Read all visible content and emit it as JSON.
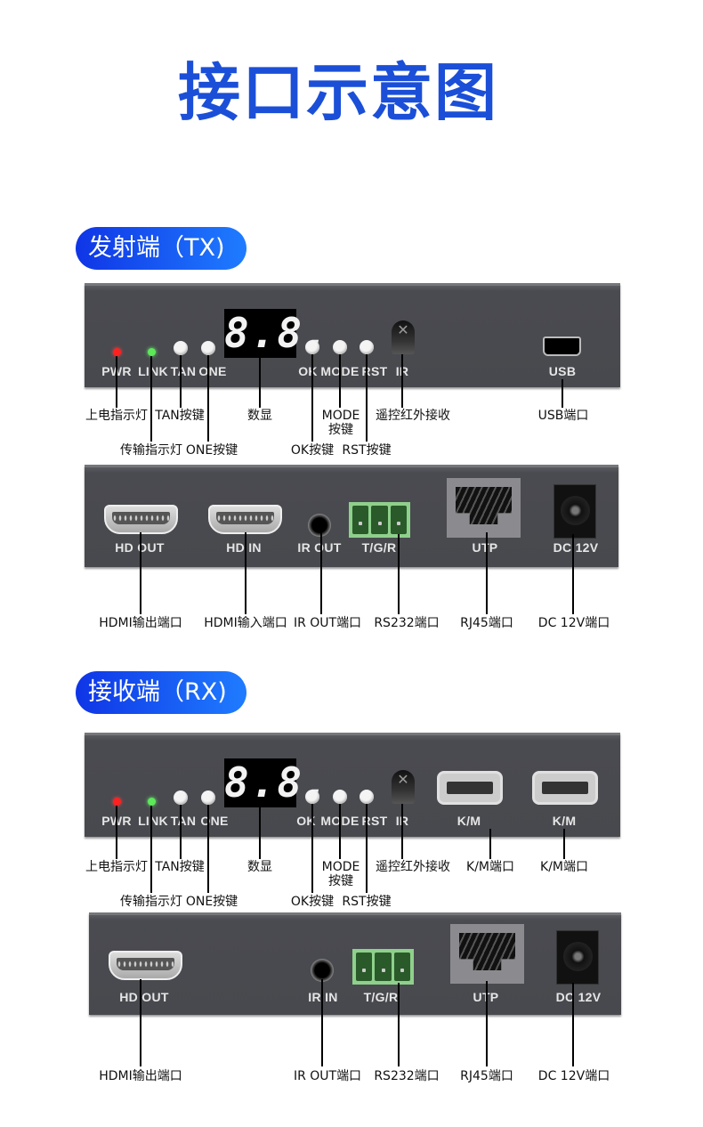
{
  "title": "接口示意图",
  "tx": {
    "badge": "发射端（TX)",
    "front": {
      "display": "8.8.",
      "silk": {
        "pwr": "PWR",
        "link": "LINK",
        "tan": "TAN",
        "one": "ONE",
        "ok": "OK",
        "mode": "MODE",
        "rst": "RST",
        "ir": "IR",
        "usb": "USB"
      },
      "callouts": {
        "power_led": "上电指示灯",
        "tan": "TAN按键",
        "display": "数显",
        "mode_1": "MODE",
        "mode_2": "按键",
        "ir": "遥控红外接收",
        "usb": "USB端口",
        "link_led": "传输指示灯",
        "one": "ONE按键",
        "ok": "OK按键",
        "rst": "RST按键"
      }
    },
    "rear": {
      "silk": {
        "hd_out": "HD OUT",
        "hd_in": "HD IN",
        "ir_out": "IR OUT",
        "tgr": "T/G/R",
        "utp": "UTP",
        "dc": "DC 12V"
      },
      "callouts": {
        "hdmi_out": "HDMI输出端口",
        "hdmi_in": "HDMI输入端口",
        "ir_out": "IR OUT端口",
        "rs232": "RS232端口",
        "rj45": "RJ45端口",
        "dc": "DC 12V端口"
      }
    }
  },
  "rx": {
    "badge": "接收端（RX)",
    "front": {
      "display": "8.8.",
      "silk": {
        "pwr": "PWR",
        "link": "LINK",
        "tan": "TAN",
        "one": "ONE",
        "ok": "OK",
        "mode": "MODE",
        "rst": "RST",
        "ir": "IR",
        "km_1": "K/M",
        "km_2": "K/M"
      },
      "callouts": {
        "power_led": "上电指示灯",
        "tan": "TAN按键",
        "display": "数显",
        "mode_1": "MODE",
        "mode_2": "按键",
        "ir": "遥控红外接收",
        "km_1": "K/M端口",
        "km_2": "K/M端口",
        "link_led": "传输指示灯",
        "one": "ONE按键",
        "ok": "OK按键",
        "rst": "RST按键"
      }
    },
    "rear": {
      "silk": {
        "hd_out": "HD OUT",
        "ir_in": "IR IN",
        "tgr": "T/G/R",
        "utp": "UTP",
        "dc": "DC 12V"
      },
      "callouts": {
        "hdmi_out": "HDMI输出端口",
        "ir_out": "IR OUT端口",
        "rs232": "RS232端口",
        "rj45": "RJ45端口",
        "dc": "DC 12V端口"
      }
    }
  }
}
